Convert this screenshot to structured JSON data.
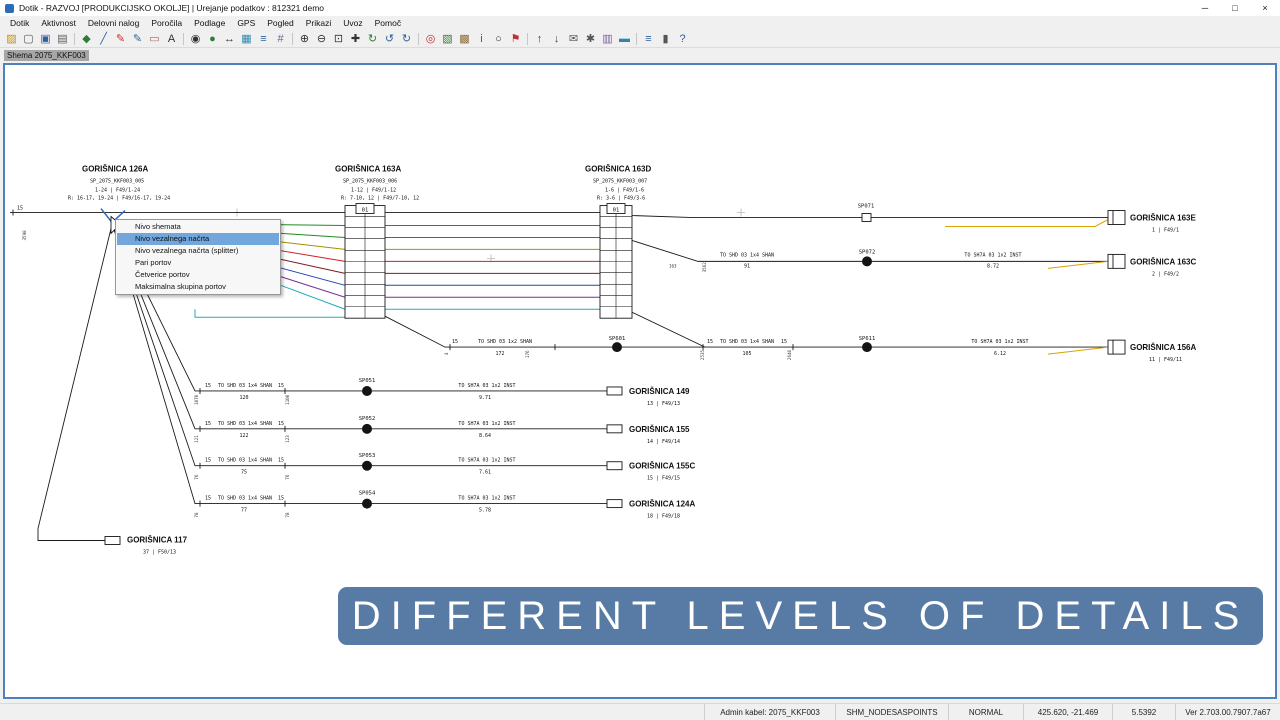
{
  "window": {
    "title": "Dotik - RAZVOJ [PRODUKCIJSKO OKOLJE]  | Urejanje podatkov : 812321 demo",
    "controls": [
      {
        "name": "minimize",
        "glyph": "─"
      },
      {
        "name": "maximize",
        "glyph": "□"
      },
      {
        "name": "close",
        "glyph": "×"
      }
    ]
  },
  "menu_bar": {
    "items": [
      "Dotik",
      "Aktivnost",
      "Delovni nalog",
      "Poročila",
      "Podlage",
      "GPS",
      "Pogled",
      "Prikazi",
      "Uvoz",
      "Pomoč"
    ]
  },
  "toolbar": {
    "icons": [
      {
        "name": "open-project",
        "glyph": "▨",
        "color": "#c79200"
      },
      {
        "name": "new-document",
        "glyph": "▢",
        "color": "#5a5a5a"
      },
      {
        "name": "save",
        "glyph": "▣",
        "color": "#31619c"
      },
      {
        "name": "print",
        "glyph": "▤",
        "color": "#5a5a5a"
      },
      {
        "sep": true
      },
      {
        "name": "draw-node",
        "glyph": "◆",
        "color": "#2e7d32"
      },
      {
        "name": "draw-cable",
        "glyph": "╱",
        "color": "#31619c"
      },
      {
        "name": "edit-red-pencil",
        "glyph": "✎",
        "color": "#c03030"
      },
      {
        "name": "edit-blue-pencil",
        "glyph": "✎",
        "color": "#31619c"
      },
      {
        "name": "eraser",
        "glyph": "▭",
        "color": "#b06060"
      },
      {
        "name": "text-tool",
        "glyph": "A",
        "color": "#333333"
      },
      {
        "sep": true
      },
      {
        "name": "splice-point",
        "glyph": "◉",
        "color": "#333333"
      },
      {
        "name": "junction",
        "glyph": "●",
        "color": "#2e7d32"
      },
      {
        "name": "measure",
        "glyph": "↔",
        "color": "#333333"
      },
      {
        "name": "grid",
        "glyph": "▦",
        "color": "#2e86ab"
      },
      {
        "name": "layers",
        "glyph": "≡",
        "color": "#31619c"
      },
      {
        "name": "snap",
        "glyph": "#",
        "color": "#7a5c9e"
      },
      {
        "sep": true
      },
      {
        "name": "zoom-in",
        "glyph": "⊕",
        "color": "#333333"
      },
      {
        "name": "zoom-out",
        "glyph": "⊖",
        "color": "#333333"
      },
      {
        "name": "zoom-extents",
        "glyph": "⊡",
        "color": "#333333"
      },
      {
        "name": "pan",
        "glyph": "✚",
        "color": "#333333"
      },
      {
        "name": "refresh",
        "glyph": "↻",
        "color": "#2e7d32"
      },
      {
        "name": "undo",
        "glyph": "↺",
        "color": "#31619c"
      },
      {
        "name": "redo",
        "glyph": "↻",
        "color": "#31619c"
      },
      {
        "sep": true
      },
      {
        "name": "gps-position",
        "glyph": "◎",
        "color": "#c03030"
      },
      {
        "name": "map-view",
        "glyph": "▧",
        "color": "#2e7d32"
      },
      {
        "name": "ortho-view",
        "glyph": "▩",
        "color": "#8a6d3b"
      },
      {
        "name": "info",
        "glyph": "i",
        "color": "#31619c"
      },
      {
        "name": "search",
        "glyph": "○",
        "color": "#333333"
      },
      {
        "name": "flag",
        "glyph": "⚑",
        "color": "#c03030"
      },
      {
        "sep": true
      },
      {
        "name": "export",
        "glyph": "↑",
        "color": "#444444"
      },
      {
        "name": "import",
        "glyph": "↓",
        "color": "#444444"
      },
      {
        "name": "mail",
        "glyph": "✉",
        "color": "#555555"
      },
      {
        "name": "settings",
        "glyph": "✱",
        "color": "#555555"
      },
      {
        "name": "table-view",
        "glyph": "▥",
        "color": "#7a5c9e"
      },
      {
        "name": "report",
        "glyph": "▬",
        "color": "#2e86ab"
      },
      {
        "sep": true
      },
      {
        "name": "schema-level",
        "glyph": "≡",
        "color": "#31619c"
      },
      {
        "name": "lock",
        "glyph": "▮",
        "color": "#555555"
      },
      {
        "name": "help",
        "glyph": "?",
        "color": "#31619c"
      }
    ]
  },
  "tab": {
    "label": "Shema 2075_KKF003"
  },
  "context_menu": {
    "items": [
      {
        "label": "Nivo shemata"
      },
      {
        "label": "Nivo vezalnega načrta",
        "selected": true
      },
      {
        "label": "Nivo vezalnega načrta (splitter)"
      },
      {
        "label": "Pari portov"
      },
      {
        "label": "Četverice portov"
      },
      {
        "label": "Maksimalna skupina portov"
      }
    ]
  },
  "banner": {
    "text": "DIFFERENT LEVELS OF DETAILS",
    "bg": "#587ba6"
  },
  "status_bar": {
    "fields": [
      "Admin kabel: 2075_KKF003",
      "SHM_NODESASPOINTS",
      "NORMAL",
      "425.620, -21.469",
      "5.5392",
      "Ver 2.703.00.7907.7a67"
    ]
  },
  "schematic": {
    "fifteen": "15",
    "left_len": "3598",
    "frames": [
      {
        "name": "GORIŠNICA 126A",
        "id": "SP_2075_KKF003_005",
        "ports": "1-24 | F49/1-24",
        "reserve": "R: 16-17, 19-24 | F49/16-17, 19-24",
        "header": "01"
      },
      {
        "name": "GORIŠNICA 163A",
        "id": "SP_2075_KKF003_006",
        "ports": "1-12 | F49/1-12",
        "reserve": "R: 7-10, 12 | F49/7-10, 12",
        "header": "01"
      },
      {
        "name": "GORIŠNICA 163D",
        "id": "SP_2075_KKF003_007",
        "ports": "1-6 | F49/1-6",
        "reserve": "R: 3-6 | F49/3-6",
        "header": "01"
      }
    ],
    "splice_points": [
      "SP071",
      "SP072",
      "SP601",
      "SP611",
      "SP051",
      "SP052",
      "SP053",
      "SP054"
    ],
    "endpoints": [
      {
        "name": "GORIŠNICA 163E",
        "sub": "1 | F49/1"
      },
      {
        "name": "GORIŠNICA 163C",
        "sub": "2 | F49/2"
      },
      {
        "name": "GORIŠNICA 156A",
        "sub": "11 | F49/11"
      },
      {
        "name": "GORIŠNICA 149",
        "sub": "13 | F49/13"
      },
      {
        "name": "GORIŠNICA 155",
        "sub": "14 | F49/14"
      },
      {
        "name": "GORIŠNICA 155C",
        "sub": "15 | F49/15"
      },
      {
        "name": "GORIŠNICA 124A",
        "sub": "18 | F49/18"
      },
      {
        "name": "GORIŠNICA 117",
        "sub": "37 | F50/13"
      }
    ],
    "cable_labels": {
      "shan4": "TO SHD 03 1x4 SHAN",
      "shan2": "TO SHD 03 1x2 SHAN",
      "inst": "TO SH7A 03 1x2 INST"
    },
    "r163c": {
      "diag_len": "163",
      "v1": "3562",
      "below": "91",
      "inst_below": "8.72"
    },
    "r156a": {
      "v0": "4",
      "below1": "172",
      "v1": "176",
      "below2": "105",
      "v2": "2535",
      "v3": "2640",
      "inst_below": "6.12"
    },
    "rows": [
      {
        "below": "120",
        "v1": "1070",
        "v2": "1100",
        "inst": "9.71"
      },
      {
        "below": "122",
        "v1": "121",
        "v2": "123",
        "inst": "8.64"
      },
      {
        "below": "75",
        "v1": "76",
        "v2": "76",
        "inst": "7.61"
      },
      {
        "below": "77",
        "v1": "78",
        "v2": "78",
        "inst": "5.78"
      }
    ],
    "colors": {
      "green": "#1f8c1f",
      "olive": "#a89000",
      "red": "#cc2222",
      "maroon": "#7a1f1f",
      "blue": "#2244bb",
      "purple": "#7a2f9a",
      "cyan": "#22aabb",
      "yellow": "#d9a300"
    }
  }
}
